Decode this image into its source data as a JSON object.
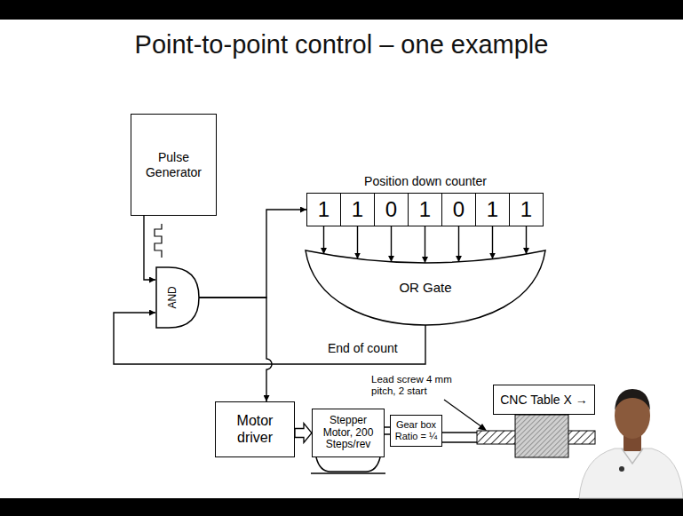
{
  "diagram": {
    "title": "Point-to-point control – one example",
    "nodes": [
      {
        "text": [
          "Pulse Generator"
        ]
      },
      {
        "text": [
          "AND"
        ]
      },
      {
        "text": [
          "Position down counter"
        ]
      },
      {
        "text": [
          "1"
        ],
        "in": 2
      },
      {
        "text": [
          "1"
        ],
        "in": 2
      },
      {
        "text": [
          "0"
        ],
        "in": 2
      },
      {
        "text": [
          "1"
        ],
        "in": 2
      },
      {
        "text": [
          "0"
        ],
        "in": 2
      },
      {
        "text": [
          "1"
        ],
        "in": 2
      },
      {
        "text": [
          "1"
        ],
        "in": 2
      },
      {
        "text": [
          "OR Gate"
        ]
      },
      {
        "text": [
          "Motor driver"
        ]
      },
      {
        "text": [
          "Stepper Motor, 200 Steps/rev"
        ]
      },
      {
        "text": [
          "Gear box Ratio = ¼"
        ]
      },
      {
        "text": [
          "CNC Table X →"
        ]
      }
    ],
    "edges": [
      {
        "from": 0,
        "to": 1,
        "arrow": "to"
      },
      {
        "from": 1,
        "to": 2,
        "arrow": "to"
      },
      {
        "from": 1,
        "to": 11,
        "arrow": "to"
      },
      {
        "from": 10,
        "to": 1,
        "label": "End of count",
        "arrow": "to"
      },
      {
        "from": 3,
        "to": 10,
        "arrow": "to"
      },
      {
        "from": 4,
        "to": 10,
        "arrow": "to"
      },
      {
        "from": 5,
        "to": 10,
        "arrow": "to"
      },
      {
        "from": 6,
        "to": 10,
        "arrow": "to"
      },
      {
        "from": 7,
        "to": 10,
        "arrow": "to"
      },
      {
        "from": 8,
        "to": 10,
        "arrow": "to"
      },
      {
        "from": 9,
        "to": 10,
        "arrow": "to"
      },
      {
        "from": 11,
        "to": 12,
        "arrow": "to"
      },
      {
        "from": 12,
        "to": 13,
        "arrow": "none"
      }
    ],
    "labels": [
      "Lead screw 4 mm pitch, 2 start"
    ]
  }
}
